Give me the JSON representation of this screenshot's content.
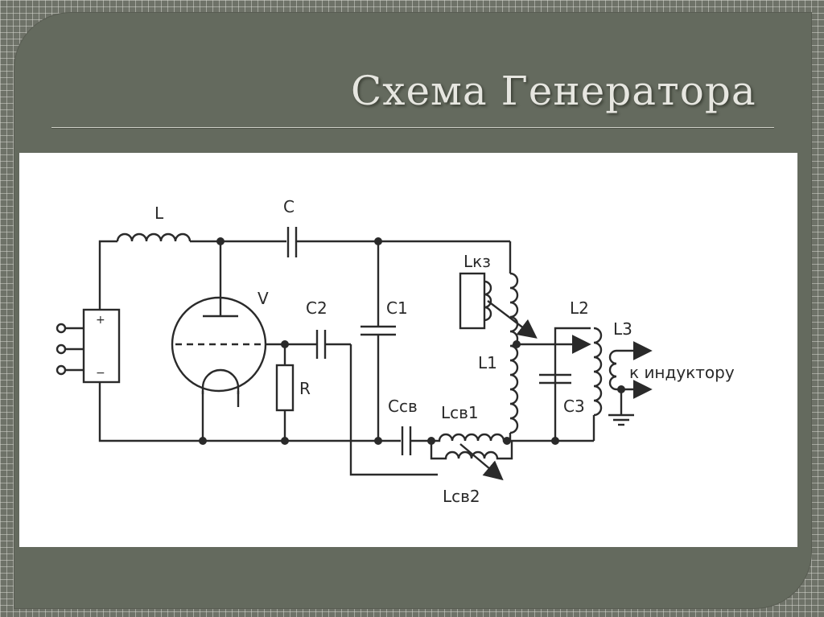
{
  "slide": {
    "title": "Схема Генератора"
  },
  "schematic": {
    "labels": {
      "L": "L",
      "C": "C",
      "V": "V",
      "C2": "C2",
      "C1": "C1",
      "R": "R",
      "Lks": "Lкз",
      "L1": "L1",
      "L2": "L2",
      "L3": "L3",
      "C3": "C3",
      "Csv": "Cсв",
      "Lsv1": "Lсв1",
      "Lsv2": "Lсв2",
      "output": "к индуктору",
      "plus": "+",
      "minus": "−"
    }
  }
}
